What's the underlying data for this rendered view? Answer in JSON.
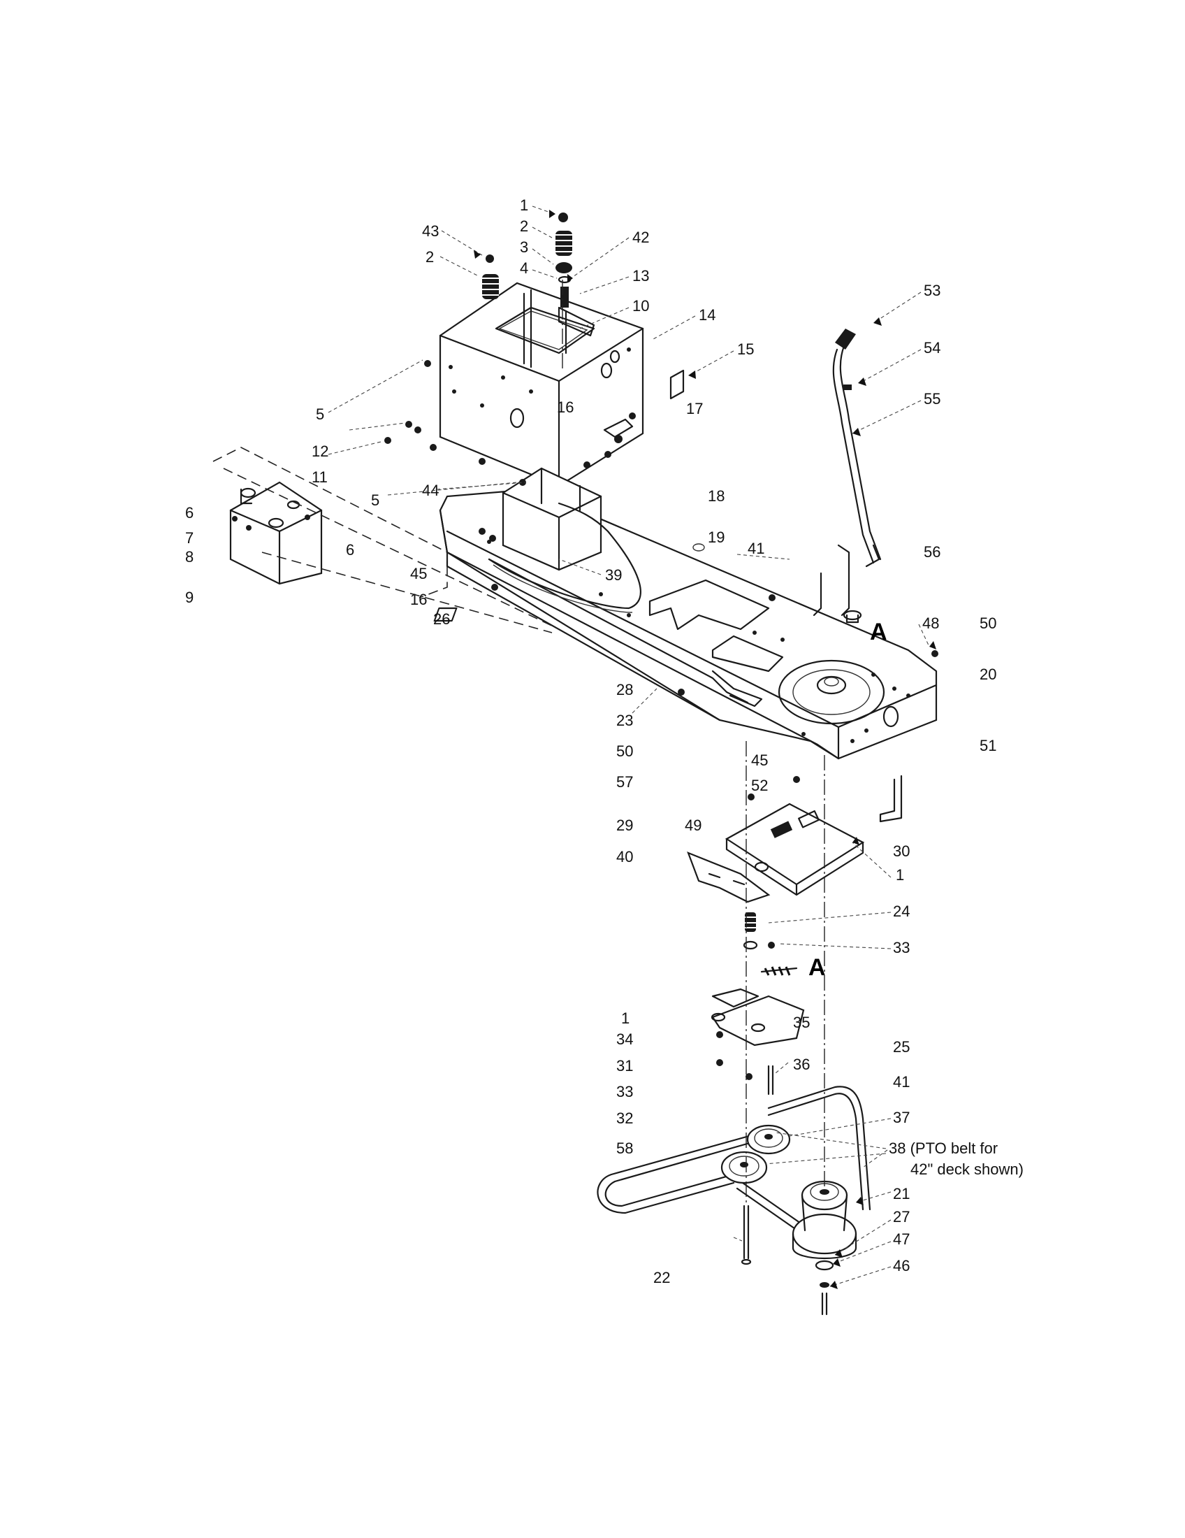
{
  "part_labels": [
    "1",
    "2",
    "3",
    "4",
    "42",
    "43",
    "2",
    "13",
    "10",
    "14",
    "53",
    "15",
    "54",
    "55",
    "5",
    "16",
    "17",
    "12",
    "11",
    "5",
    "44",
    "18",
    "6",
    "7",
    "8",
    "6",
    "19",
    "41",
    "56",
    "9",
    "45",
    "39",
    "16",
    "26",
    "48",
    "50",
    "20",
    "28",
    "23",
    "50",
    "51",
    "45",
    "57",
    "52",
    "29",
    "49",
    "30",
    "40",
    "1",
    "24",
    "33",
    "1",
    "35",
    "34",
    "25",
    "31",
    "36",
    "41",
    "33",
    "37",
    "32",
    "38 (PTO belt for",
    "42\" deck shown)",
    "58",
    "21",
    "27",
    "47",
    "46",
    "22"
  ],
  "markers": [
    "A",
    "A"
  ]
}
